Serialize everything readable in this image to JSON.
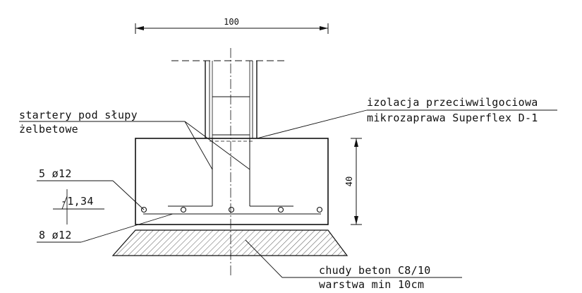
{
  "dimensions": {
    "width": "100",
    "height": "40"
  },
  "level_mark": "-1,34",
  "labels": {
    "starters_line1": "startery pod  słupy",
    "starters_line2": "żelbetowe",
    "insulation_line1": "izolacja przeciwwilgociowa",
    "insulation_line2": "mikrozaprawa Superflex D-1",
    "top_bars": "5 ø12",
    "bottom_bars": "8 ø12",
    "lean_concrete_line1": "chudy beton C8/10",
    "lean_concrete_line2": "warstwa min 10cm"
  },
  "colors": {
    "line": "#111111",
    "background": "#ffffff"
  }
}
